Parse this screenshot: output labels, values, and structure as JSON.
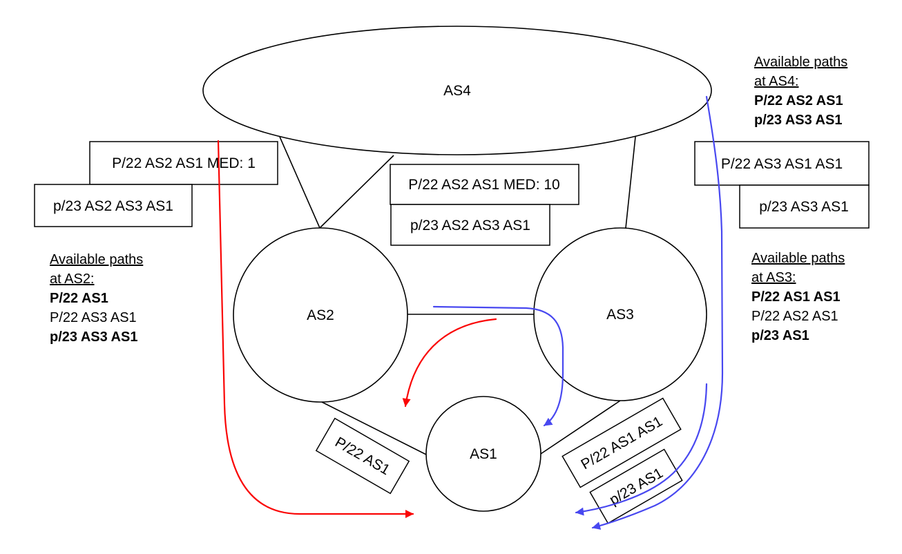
{
  "nodes": {
    "as4": "AS4",
    "as2": "AS2",
    "as3": "AS3",
    "as1": "AS1"
  },
  "route_boxes": {
    "left_link": {
      "p22": "P/22 AS2 AS1 MED: 1",
      "p23": "p/23 AS2 AS3 AS1"
    },
    "middle_link": {
      "p22": "P/22 AS2 AS1 MED: 10",
      "p23": "p/23 AS2 AS3 AS1"
    },
    "right_link": {
      "p22": "P/22 AS3 AS1 AS1",
      "p23": "p/23 AS3 AS1"
    },
    "as2_as1_link": {
      "p22": "P/22 AS1"
    },
    "as3_as1_link": {
      "p22": "P/22 AS1 AS1",
      "p23": "p/23 AS1"
    }
  },
  "annotations": {
    "as4": {
      "heading1": "Available paths",
      "heading2": "at AS4:",
      "rows": [
        {
          "text": "P/22 AS2 AS1",
          "bold": true
        },
        {
          "text": "p/23 AS3 AS1",
          "bold": true
        }
      ]
    },
    "as2": {
      "heading1": "Available paths",
      "heading2": "at AS2:",
      "rows": [
        {
          "text": "P/22 AS1",
          "bold": true
        },
        {
          "text": "P/22 AS3 AS1",
          "bold": false
        },
        {
          "text": "p/23 AS3 AS1",
          "bold": true
        }
      ]
    },
    "as3": {
      "heading1": "Available paths",
      "heading2": "at AS3:",
      "rows": [
        {
          "text": "P/22 AS1 AS1",
          "bold": true
        },
        {
          "text": "P/22 AS2 AS1",
          "bold": false
        },
        {
          "text": "p/23 AS1",
          "bold": true
        }
      ]
    }
  },
  "colors": {
    "red_arrow": "#fa0505",
    "blue_arrow": "#4848f0",
    "line": "#000000",
    "background": "#ffffff"
  }
}
